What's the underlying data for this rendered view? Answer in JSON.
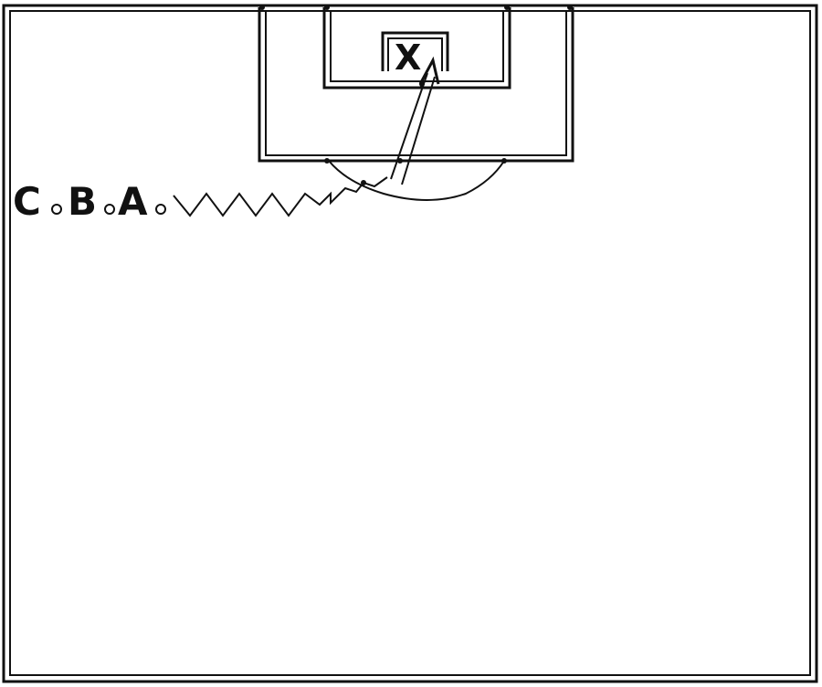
{
  "diagram": {
    "players": [
      {
        "label": "C"
      },
      {
        "label": "B"
      },
      {
        "label": "A"
      }
    ],
    "goalkeeper_label": "X",
    "colors": {
      "line": "#111111",
      "background": "#ffffff"
    }
  }
}
